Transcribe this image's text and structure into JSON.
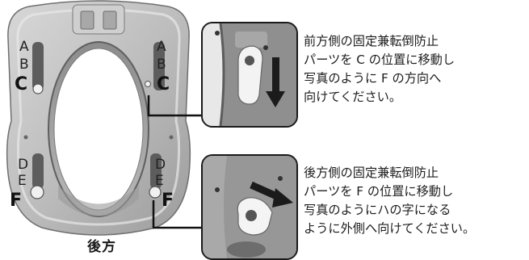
{
  "diagram": {
    "seat_labels": {
      "left_upper": [
        "A",
        "B",
        "C"
      ],
      "right_upper": [
        "A",
        "B",
        "C"
      ],
      "left_lower": [
        "D",
        "E",
        "F"
      ],
      "right_lower": [
        "D",
        "E",
        "F"
      ]
    },
    "rear_caption": "後方"
  },
  "instructions": {
    "front": {
      "lines": [
        "前方側の固定兼転倒防止",
        "パーツを C の位置に移動し",
        "写真のように F の方向へ",
        "向けてください。"
      ]
    },
    "rear": {
      "lines": [
        "後方側の固定兼転倒防止",
        "パーツを F の位置に移動し",
        "写真のようにハの字になる",
        "ように外側へ向けてください。"
      ]
    }
  }
}
